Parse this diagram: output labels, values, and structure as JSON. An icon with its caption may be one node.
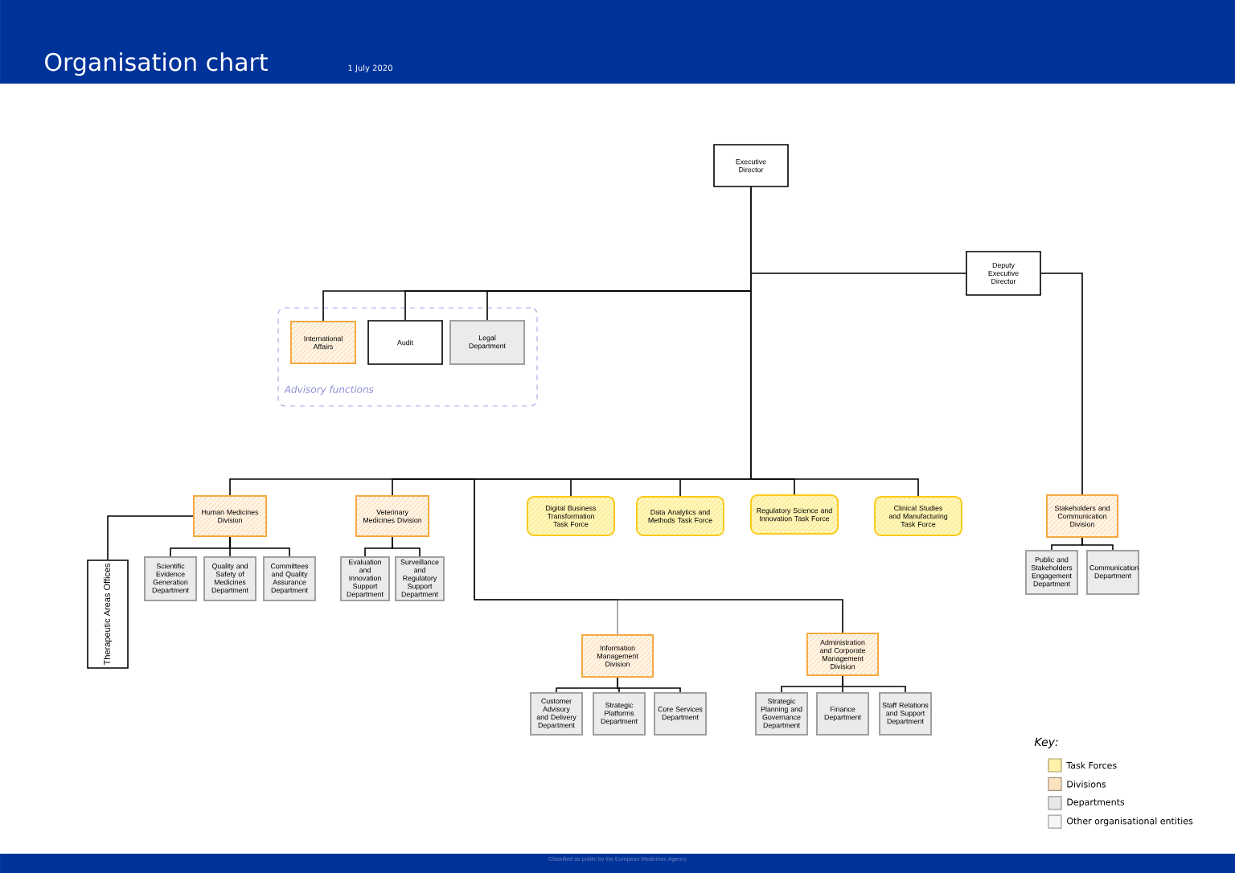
{
  "diagram": {
    "title": "Organisation chart",
    "nodes": [
      {
        "text": [
          "Executive Director"
        ]
      },
      {
        "text": [
          "Deputy Executive Director"
        ]
      },
      {
        "text": [
          "Advisory functions"
        ]
      },
      {
        "text": [
          "International Affairs"
        ],
        "in": 2
      },
      {
        "text": [
          "Audit"
        ],
        "in": 2
      },
      {
        "text": [
          "Legal Department"
        ],
        "in": 2
      },
      {
        "text": [
          "Human Medicines Division"
        ]
      },
      {
        "text": [
          "Therapeutic Areas Offices"
        ]
      },
      {
        "text": [
          "Scientific Evidence Generation Department"
        ]
      },
      {
        "text": [
          "Quality and Safety of Medicines Department"
        ]
      },
      {
        "text": [
          "Committees and Quality Assurance Department"
        ]
      },
      {
        "text": [
          "Veterinary Medicines Division"
        ]
      },
      {
        "text": [
          "Evaluation and Innovation Support Department"
        ]
      },
      {
        "text": [
          "Surveillance and Regulatory Support Department"
        ]
      },
      {
        "text": [
          "Digital Business Transformation Task Force"
        ]
      },
      {
        "text": [
          "Data Analytics and Methods Task Force"
        ]
      },
      {
        "text": [
          "Regulatory Science and Innovation Task Force"
        ]
      },
      {
        "text": [
          "Clinical Studies and Manufacturing Task Force"
        ]
      },
      {
        "text": [
          "Stakeholders and Communication Division"
        ]
      },
      {
        "text": [
          "Public and Stakeholders Engagement Department"
        ]
      },
      {
        "text": [
          "Communication Department"
        ]
      },
      {
        "text": [
          "Information Management Division"
        ]
      },
      {
        "text": [
          "Administration and Corporate Management Division"
        ]
      },
      {
        "text": [
          "Customer Advisory and Delivery Department"
        ]
      },
      {
        "text": [
          "Strategic Platforms Department"
        ]
      },
      {
        "text": [
          "Core Services Department"
        ]
      },
      {
        "text": [
          "Strategic Planning and Governance Department"
        ]
      },
      {
        "text": [
          "Finance Department"
        ]
      },
      {
        "text": [
          "Staff Relations and Support Department"
        ]
      }
    ],
    "edges": [
      {
        "from": 0,
        "to": 1,
        "arrow": "none"
      },
      {
        "from": 0,
        "to": 3,
        "arrow": "none"
      },
      {
        "from": 0,
        "to": 4,
        "arrow": "none"
      },
      {
        "from": 0,
        "to": 5,
        "arrow": "none"
      },
      {
        "from": 0,
        "to": 6,
        "arrow": "none"
      },
      {
        "from": 0,
        "to": 11,
        "arrow": "none"
      },
      {
        "from": 0,
        "to": 14,
        "arrow": "none"
      },
      {
        "from": 0,
        "to": 15,
        "arrow": "none"
      },
      {
        "from": 0,
        "to": 16,
        "arrow": "none"
      },
      {
        "from": 0,
        "to": 17,
        "arrow": "none"
      },
      {
        "from": 1,
        "to": 18,
        "arrow": "none"
      },
      {
        "from": 0,
        "to": 21,
        "arrow": "none",
        "color": "#9a9a9a"
      },
      {
        "from": 0,
        "to": 22,
        "arrow": "none"
      },
      {
        "from": 6,
        "to": 7,
        "arrow": "none"
      },
      {
        "from": 6,
        "to": 8,
        "arrow": "none"
      },
      {
        "from": 6,
        "to": 9,
        "arrow": "none"
      },
      {
        "from": 6,
        "to": 10,
        "arrow": "none"
      },
      {
        "from": 11,
        "to": 12,
        "arrow": "none"
      },
      {
        "from": 11,
        "to": 13,
        "arrow": "none"
      },
      {
        "from": 18,
        "to": 19,
        "arrow": "none"
      },
      {
        "from": 18,
        "to": 20,
        "arrow": "none"
      },
      {
        "from": 21,
        "to": 23,
        "arrow": "none"
      },
      {
        "from": 21,
        "to": 24,
        "arrow": "none"
      },
      {
        "from": 21,
        "to": 25,
        "arrow": "none"
      },
      {
        "from": 22,
        "to": 26,
        "arrow": "none"
      },
      {
        "from": 22,
        "to": 27,
        "arrow": "none"
      },
      {
        "from": 22,
        "to": 28,
        "arrow": "none"
      }
    ],
    "labels": [
      "1 July 2020",
      "Key:",
      "Classified as public by the European Medicines Agency"
    ],
    "legend": [
      {
        "text": "Task Forces",
        "color": "#fff2a8"
      },
      {
        "text": "Divisions",
        "color": "#fde2c0"
      },
      {
        "text": "Departments",
        "color": "#e8e8e8"
      },
      {
        "text": "Other organisational entities",
        "color": "#f6f6f6"
      }
    ]
  }
}
